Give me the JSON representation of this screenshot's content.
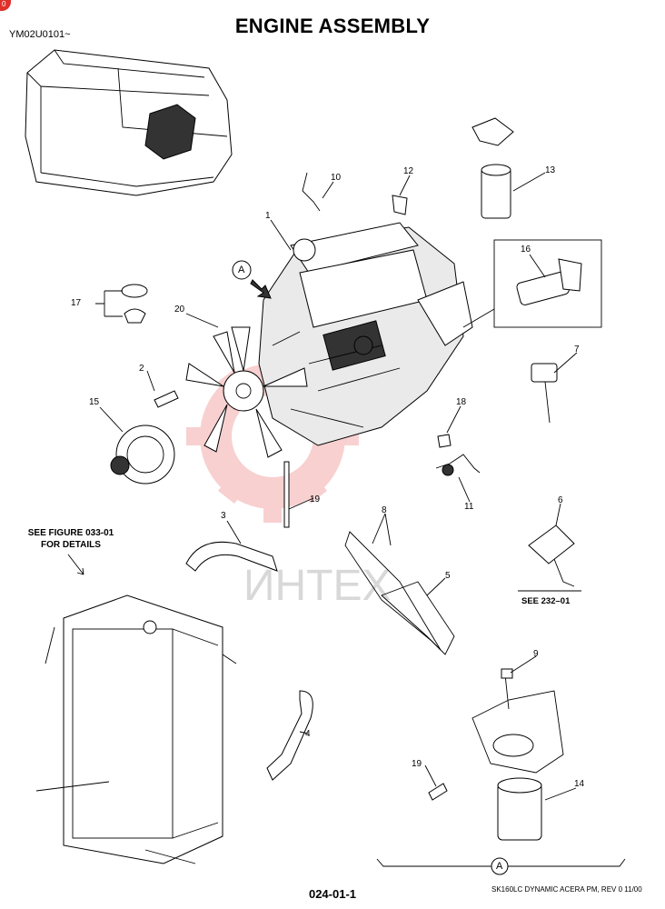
{
  "badge": "0",
  "model_code": "YM02U0101~",
  "title": "ENGINE ASSEMBLY",
  "see_figure_note": [
    "SEE FIGURE 033-01",
    "FOR DETAILS"
  ],
  "see_232": "SEE 232–01",
  "page_number": "024-01-1",
  "footer_note": "SK160LC DYNAMIC ACERA PM,  REV 0 11/00",
  "view_marker": "A",
  "watermark_text": "ИНТЕХ",
  "callouts": {
    "c1": "1",
    "c2": "2",
    "c3": "3",
    "c4": "4",
    "c5": "5",
    "c6": "6",
    "c7": "7",
    "c8": "8",
    "c9": "9",
    "c10": "10",
    "c12": "12",
    "c13": "13",
    "c14": "14",
    "c15": "15",
    "c16": "16",
    "c17": "17",
    "c18": "18",
    "c19a": "19",
    "c19b": "19",
    "c20": "20",
    "c11": "11"
  }
}
